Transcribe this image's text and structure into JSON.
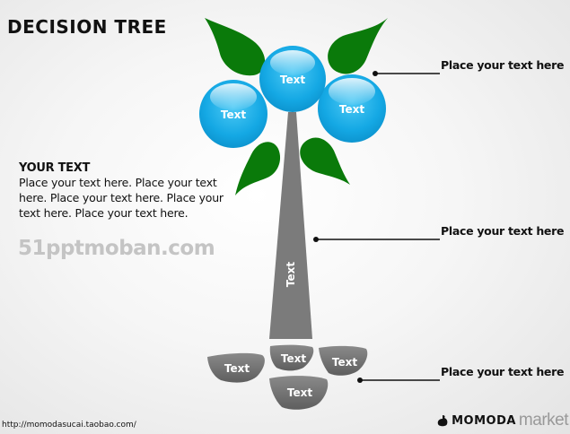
{
  "title": "DECISION TREE",
  "side_text": {
    "heading": "YOUR TEXT",
    "body": "Place your text here. Place your text here. Place your text here. Place your text here. Place your text here."
  },
  "watermark": "51pptmoban.com",
  "circles": [
    {
      "label": "Text"
    },
    {
      "label": "Text"
    },
    {
      "label": "Text"
    }
  ],
  "trunk": {
    "label": "Text"
  },
  "roots": [
    {
      "label": "Text"
    },
    {
      "label": "Text"
    },
    {
      "label": "Text"
    },
    {
      "label": "Text"
    }
  ],
  "callouts": [
    {
      "label": "Place your text here"
    },
    {
      "label": "Place your text here"
    },
    {
      "label": "Place your text here"
    }
  ],
  "footer": {
    "url": "http://momodasucai.taobao.com/",
    "logo_brand": "MOMODA",
    "logo_suffix": "market"
  },
  "colors": {
    "circle": "#1ab0ea",
    "leaf": "#0a7a0a",
    "trunk": "#7b7b7b"
  }
}
